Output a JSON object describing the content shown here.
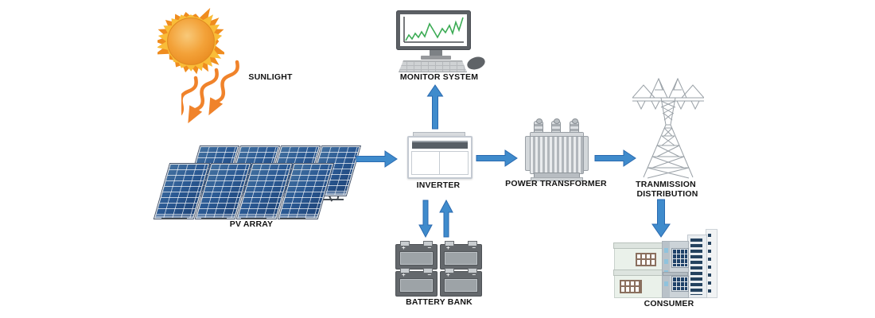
{
  "nodes": {
    "sunlight": {
      "label": "SUNLIGHT",
      "icon": "sun-icon"
    },
    "pv_array": {
      "label": "PV ARRAY",
      "icon": "solar-panel-icon"
    },
    "monitor_system": {
      "label": "MONITOR SYSTEM",
      "icon": "computer-monitor-icon"
    },
    "inverter": {
      "label": "INVERTER",
      "icon": "inverter-box-icon"
    },
    "battery_bank": {
      "label": "BATTERY BANK",
      "icon": "battery-icon"
    },
    "power_transformer": {
      "label": "POWER TRANSFORMER",
      "icon": "transformer-icon"
    },
    "transmission_distribution": {
      "label_line1": "TRANMISSION",
      "label_line2": "DISTRIBUTION",
      "icon": "transmission-tower-icon"
    },
    "consumer": {
      "label": "CONSUMER",
      "icon": "city-buildings-icon"
    }
  },
  "connections": [
    {
      "from": "SUNLIGHT",
      "to": "PV ARRAY",
      "style": "wavy-orange-rays"
    },
    {
      "from": "PV ARRAY",
      "to": "INVERTER",
      "style": "blue-arrow"
    },
    {
      "from": "INVERTER",
      "to": "MONITOR SYSTEM",
      "style": "blue-arrow"
    },
    {
      "from": "INVERTER",
      "to": "BATTERY BANK",
      "style": "blue-arrow-bidirectional"
    },
    {
      "from": "INVERTER",
      "to": "POWER TRANSFORMER",
      "style": "blue-arrow"
    },
    {
      "from": "POWER TRANSFORMER",
      "to": "TRANMISSION DISTRIBUTION",
      "style": "blue-arrow"
    },
    {
      "from": "TRANMISSION DISTRIBUTION",
      "to": "CONSUMER",
      "style": "blue-arrow"
    }
  ],
  "palette": {
    "flow_arrow_fill": "#3F8BCC",
    "flow_arrow_border": "#2A6AB0",
    "sun_ray_orange": "#F0832B",
    "sun_core_orange": "#F3A239",
    "pv_panel_blue": "#2B5A94",
    "monitor_chart_green": "#3BAB54",
    "battery_gray": "#64686C",
    "window_navy": "#1F4269"
  }
}
